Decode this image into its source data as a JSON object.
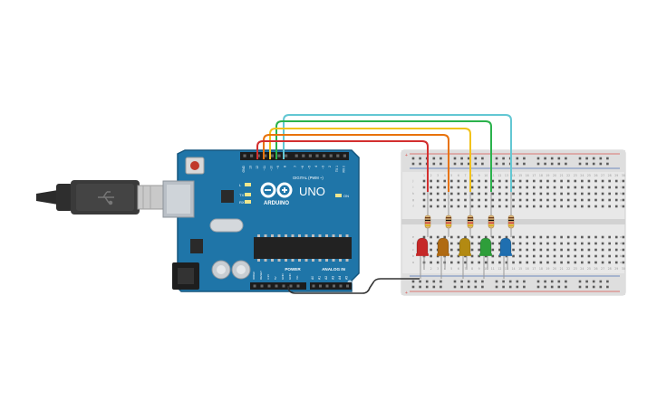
{
  "usb_cable": {
    "label": ""
  },
  "arduino": {
    "logo_text": "ARDUINO",
    "model": "UNO",
    "reset_label": "",
    "led_labels": {
      "l": "L",
      "tx": "TX",
      "rx": "RX",
      "on": "ON"
    },
    "digital_header_label": "DIGITAL (PWM ~)",
    "digital_pins": [
      "GND",
      "13",
      "12",
      "~11",
      "~10",
      "~9",
      "8",
      "7",
      "~6",
      "~5",
      "4",
      "~3",
      "2",
      "TX 1",
      "RX 0"
    ],
    "aref_label": "AREF",
    "power_header_label": "POWER",
    "power_pins": [
      "IOREF",
      "RESET",
      "3.3V",
      "5V",
      "GND",
      "GND",
      "Vin"
    ],
    "analog_header_label": "ANALOG IN",
    "analog_pins": [
      "A0",
      "A1",
      "A2",
      "A3",
      "A4",
      "A5"
    ]
  },
  "breadboard": {
    "row_letters_top": [
      "j",
      "i",
      "h",
      "g",
      "f"
    ],
    "row_letters_bottom": [
      "e",
      "d",
      "c",
      "b",
      "a"
    ],
    "columns": 30,
    "rail_plus": "+",
    "rail_minus": "-"
  },
  "wires": [
    {
      "name": "red-wire",
      "color": "#d32f2f",
      "from": "pin 13",
      "to": "breadboard column 3"
    },
    {
      "name": "orange-wire",
      "color": "#e8730c",
      "from": "pin 12",
      "to": "breadboard column 6"
    },
    {
      "name": "yellow-wire",
      "color": "#f2c21b",
      "from": "pin 11",
      "to": "breadboard column 9"
    },
    {
      "name": "green-wire",
      "color": "#2bb24c",
      "from": "pin 10",
      "to": "breadboard column 12"
    },
    {
      "name": "blue-wire",
      "color": "#63c7d3",
      "from": "pin 9",
      "to": "breadboard column 15"
    },
    {
      "name": "ground-wire",
      "color": "#333333",
      "from": "GND",
      "to": "breadboard ground rail"
    }
  ],
  "leds": [
    {
      "name": "red-led",
      "color": "#c62828"
    },
    {
      "name": "orange-led",
      "color": "#b06a12"
    },
    {
      "name": "yellow-led",
      "color": "#b38a12"
    },
    {
      "name": "green-led",
      "color": "#2e9e3a"
    },
    {
      "name": "blue-led",
      "color": "#1f6fb0"
    }
  ],
  "resistors": [
    {
      "name": "resistor-1"
    },
    {
      "name": "resistor-2"
    },
    {
      "name": "resistor-3"
    },
    {
      "name": "resistor-4"
    },
    {
      "name": "resistor-5"
    }
  ],
  "colors": {
    "board": "#1f75a8",
    "board_edge": "#15577f",
    "breadboard": "#e8e8e8",
    "rail_red": "#d9534f",
    "rail_blue": "#4a6fb5"
  }
}
